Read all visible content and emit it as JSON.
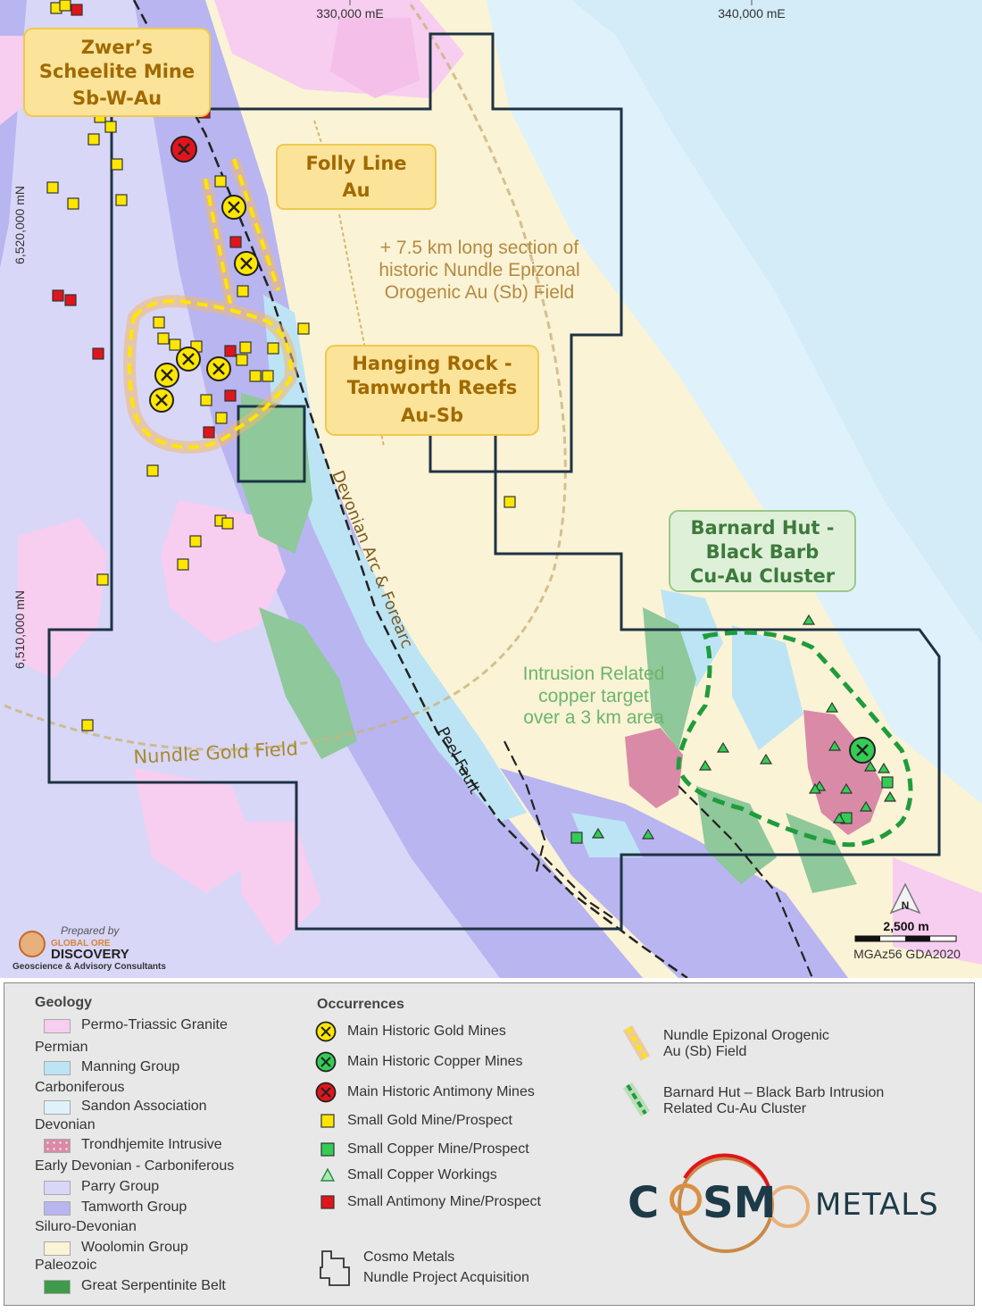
{
  "map": {
    "grid": {
      "e1": "330,000 mE",
      "e2": "340,000 mE",
      "n1": "6,520,000 mN",
      "n2": "6,510,000 mN"
    },
    "callouts": {
      "zwers": [
        "Zwer’s",
        "Scheelite Mine",
        "Sb-W-Au"
      ],
      "folly": [
        "Folly Line",
        "Au"
      ],
      "hanging": [
        "Hanging Rock -",
        "Tamworth Reefs",
        "Au-Sb"
      ],
      "barnard": [
        "Barnard Hut -",
        "Black Barb",
        "Cu-Au Cluster"
      ]
    },
    "notes": {
      "nundle_section": [
        "+ 7.5 km long section of",
        "historic Nundle Epizonal",
        "Orogenic Au (Sb) Field"
      ],
      "copper_target": [
        "Intrusion Related",
        "copper target",
        "over a 3 km area"
      ],
      "nundle_field": "Nundle Gold Field",
      "devonian_arc": "Devonian  Arc & Forearc",
      "peel_fault": "Peel Fault"
    },
    "north_arrow": "N",
    "scale_label": "2,500 m",
    "projection": "MGAz56 GDA2020",
    "prepared": {
      "by": "Prepared by",
      "brand1": "GLOBAL ORE",
      "brand2": "DISCOVERY",
      "tagline": "Geoscience & Advisory Consultants"
    },
    "colors": {
      "woolomin": "#fbf3d6",
      "parry": "#d8d7f8",
      "tamworth": "#b8b5f0",
      "granite": "#f7cdf0",
      "manning": "#bde4f4",
      "sandon": "#dff2fb",
      "serpentinite": "#8fc89a",
      "trondhjemite": "#d98aa6",
      "gold": "#ffe600",
      "copper": "#33cc55",
      "antimony": "#e0151b",
      "callout_fill": "#fce39a",
      "callout_text": "#a06a00",
      "barnard_fill": "#dff0d8",
      "barnard_text": "#3c7a3c"
    }
  },
  "legend": {
    "geology_title": "Geology",
    "geology": [
      {
        "kind": "swatch",
        "label": "Permo-Triassic Granite",
        "color": "#f7cdf0"
      },
      {
        "kind": "period",
        "label": "Permian"
      },
      {
        "kind": "swatch",
        "label": "Manning Group",
        "color": "#bde4f4"
      },
      {
        "kind": "period",
        "label": "Carboniferous"
      },
      {
        "kind": "swatch",
        "label": "Sandon Association",
        "color": "#dff2fb"
      },
      {
        "kind": "period",
        "label": "Devonian"
      },
      {
        "kind": "swatch",
        "label": "Trondhjemite Intrusive",
        "color": "#d98aa6"
      },
      {
        "kind": "period",
        "label": "Early Devonian - Carboniferous"
      },
      {
        "kind": "swatch",
        "label": "Parry Group",
        "color": "#d8d7f8"
      },
      {
        "kind": "swatch",
        "label": "Tamworth Group",
        "color": "#b8b5f0"
      },
      {
        "kind": "period",
        "label": "Siluro-Devonian"
      },
      {
        "kind": "swatch",
        "label": "Woolomin Group",
        "color": "#fbf3d6"
      },
      {
        "kind": "period",
        "label": "Paleozoic"
      },
      {
        "kind": "swatch",
        "label": "Great Serpentinite Belt",
        "color": "#3f9a4a"
      }
    ],
    "occurrences_title": "Occurrences",
    "occurrences": [
      {
        "icon": "gold-mine-icon",
        "label": "Main Historic Gold Mines"
      },
      {
        "icon": "copper-mine-icon",
        "label": "Main Historic Copper Mines"
      },
      {
        "icon": "antimony-mine-icon",
        "label": "Main Historic Antimony Mines"
      },
      {
        "icon": "small-gold-icon",
        "label": "Small Gold Mine/Prospect"
      },
      {
        "icon": "small-copper-icon",
        "label": "Small Copper Mine/Prospect"
      },
      {
        "icon": "copper-workings-icon",
        "label": "Small Copper Workings"
      },
      {
        "icon": "small-antimony-icon",
        "label": "Small Antimony Mine/Prospect"
      }
    ],
    "acquisition": [
      "Cosmo Metals",
      "Nundle Project Acquisition"
    ],
    "fields": [
      {
        "icon": "nundle-field-icon",
        "label": [
          "Nundle Epizonal Orogenic",
          "Au (Sb) Field"
        ]
      },
      {
        "icon": "barnard-cluster-icon",
        "label": [
          "Barnard Hut – Black Barb Intrusion",
          "Related Cu-Au Cluster"
        ]
      }
    ],
    "logo": {
      "part1": "C",
      "part2": "SM",
      "part3": "METALS"
    }
  }
}
